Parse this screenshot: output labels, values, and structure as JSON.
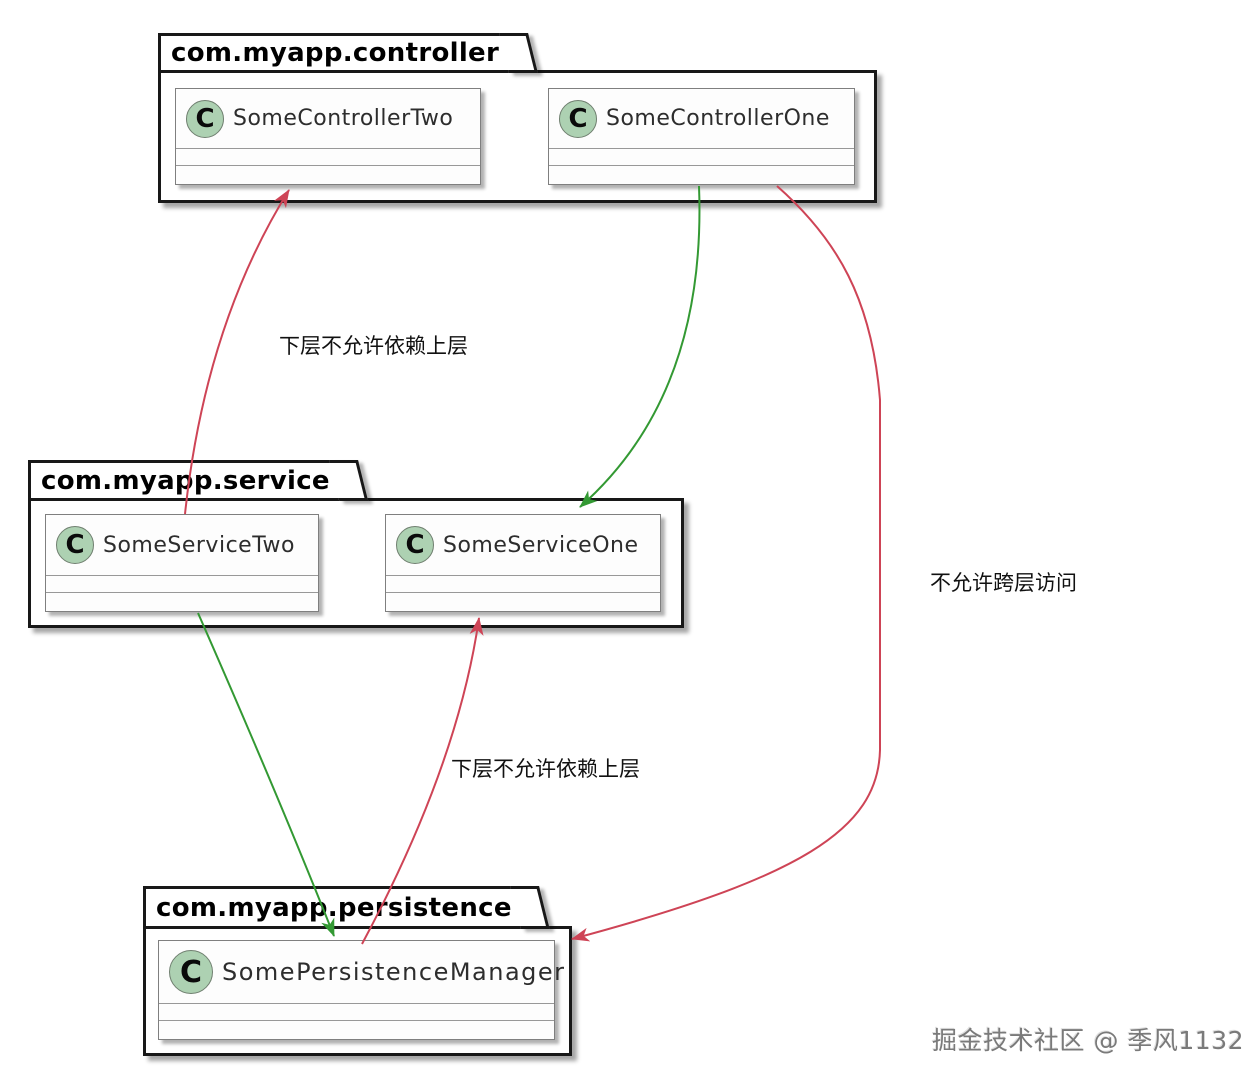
{
  "diagram": {
    "type": "uml-package-dependency-diagram",
    "class_icon_letter": "C",
    "packages": [
      {
        "id": "controller",
        "name": "com.myapp.controller",
        "classes": [
          {
            "name": "SomeControllerTwo"
          },
          {
            "name": "SomeControllerOne"
          }
        ]
      },
      {
        "id": "service",
        "name": "com.myapp.service",
        "classes": [
          {
            "name": "SomeServiceTwo"
          },
          {
            "name": "SomeServiceOne"
          }
        ]
      },
      {
        "id": "persistence",
        "name": "com.myapp.persistence",
        "classes": [
          {
            "name": "SomePersistenceManager"
          }
        ]
      }
    ],
    "edges": [
      {
        "from": "SomeServiceTwo",
        "to": "SomeControllerTwo",
        "status": "forbidden",
        "label": "下层不允许依赖上层"
      },
      {
        "from": "SomeControllerOne",
        "to": "SomeServiceOne",
        "status": "allowed",
        "label": ""
      },
      {
        "from": "SomeControllerOne",
        "to": "SomePersistenceManager",
        "status": "forbidden",
        "label": "不允许跨层访问"
      },
      {
        "from": "SomeServiceTwo",
        "to": "SomePersistenceManager",
        "status": "allowed",
        "label": ""
      },
      {
        "from": "SomePersistenceManager",
        "to": "SomeServiceOne",
        "status": "forbidden",
        "label": "下层不允许依赖上层"
      }
    ],
    "edge_labels": [
      {
        "text": "下层不允许依赖上层"
      },
      {
        "text": "下层不允许依赖上层"
      },
      {
        "text": "不允许跨层访问"
      }
    ],
    "colors": {
      "allowed_arrow": "#339933",
      "forbidden_arrow": "#ce4456",
      "package_border": "#181818",
      "class_border": "#7f7f7f",
      "class_icon_fill": "#add1b2"
    },
    "watermark": "掘金技术社区 @ 季风1132"
  }
}
